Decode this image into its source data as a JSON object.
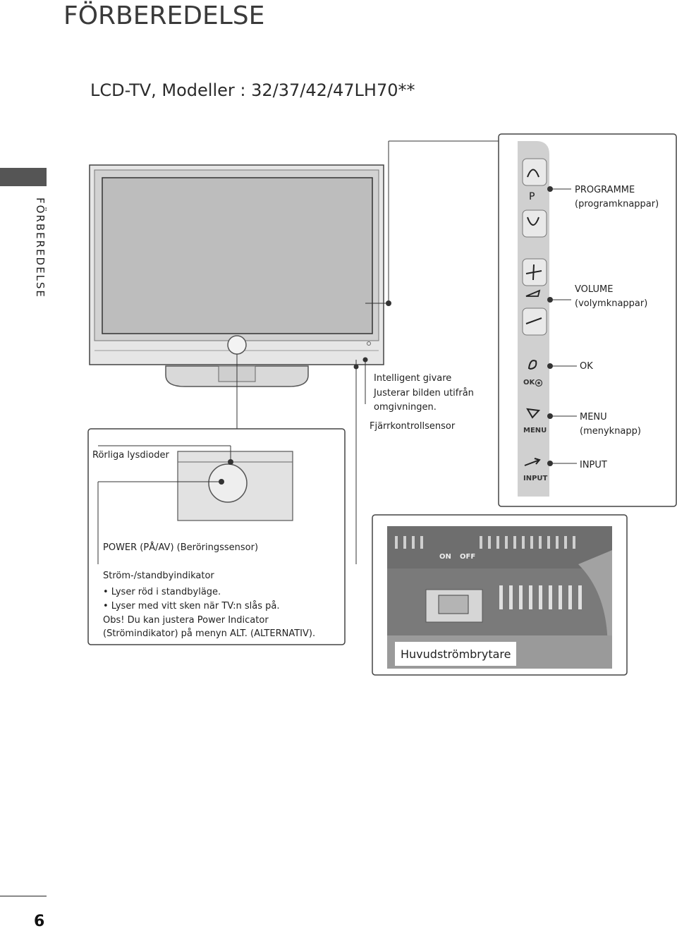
{
  "header": {
    "title": "FÖRBEREDELSE"
  },
  "side_tab": {
    "label": "FÖRBEREDELSE"
  },
  "model": {
    "title": "LCD-TV, Modeller : 32/37/42/47LH70**"
  },
  "tv_labels": {
    "intelligent_sensor": "Intelligent givare",
    "intelligent_desc_1": "Justerar bilden utifrån",
    "intelligent_desc_2": "omgivningen.",
    "remote_sensor": "Fjärrkontrollsensor",
    "moving_leds": "Rörliga lysdioder"
  },
  "side_panel": {
    "p_label": "P",
    "ok_label": "OK",
    "menu_label": "MENU",
    "input_label": "INPUT",
    "programme": "PROGRAMME",
    "programme_desc": "(programknappar)",
    "volume": "VOLUME",
    "volume_desc": "(volymknappar)",
    "ok": "OK",
    "menu": "MENU",
    "menu_desc": "(menyknapp)",
    "input": "INPUT"
  },
  "power_box": {
    "power": "POWER (PÅ/AV) (Beröringssensor)",
    "indicator_title": "Ström-/standbyindikator",
    "bullet_1": "• Lyser röd i standbyläge.",
    "bullet_2": "• Lyser med vitt sken när TV:n slås på.",
    "note_1": "Obs! Du kan justera Power Indicator",
    "note_2": "(Strömindikator) på menyn ALT. (ALTERNATIV)."
  },
  "switch_box": {
    "on": "ON",
    "off": "OFF",
    "caption": "Huvudströmbrytare"
  },
  "footer": {
    "page_number": "6"
  }
}
